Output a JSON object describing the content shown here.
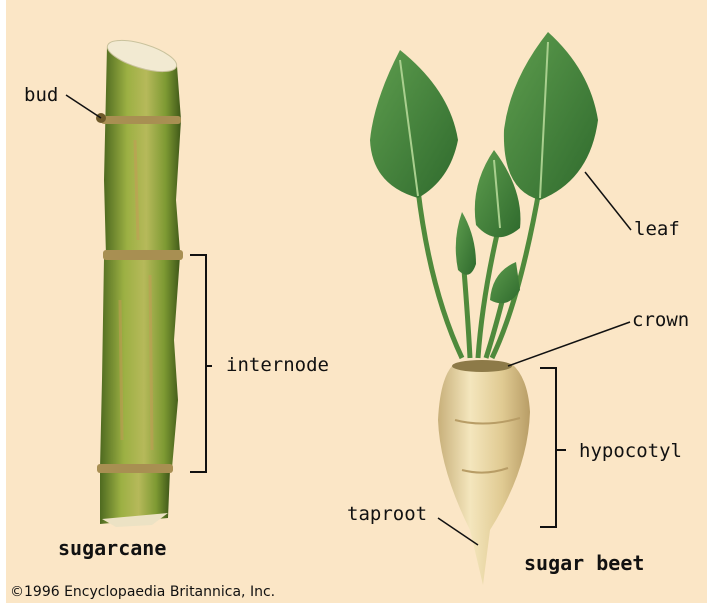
{
  "sugarcane": {
    "title": "sugarcane",
    "labels": {
      "bud": "bud",
      "internode": "internode"
    }
  },
  "sugar_beet": {
    "title": "sugar beet",
    "labels": {
      "leaf": "leaf",
      "crown": "crown",
      "hypocotyl": "hypocotyl",
      "taproot": "taproot"
    }
  },
  "credit": "©1996 Encyclopaedia Britannica, Inc.",
  "colors": {
    "background": "#fbe6c6",
    "cane": "#8ea23b",
    "leaf": "#3f7f3a",
    "root": "#e3cf98"
  }
}
